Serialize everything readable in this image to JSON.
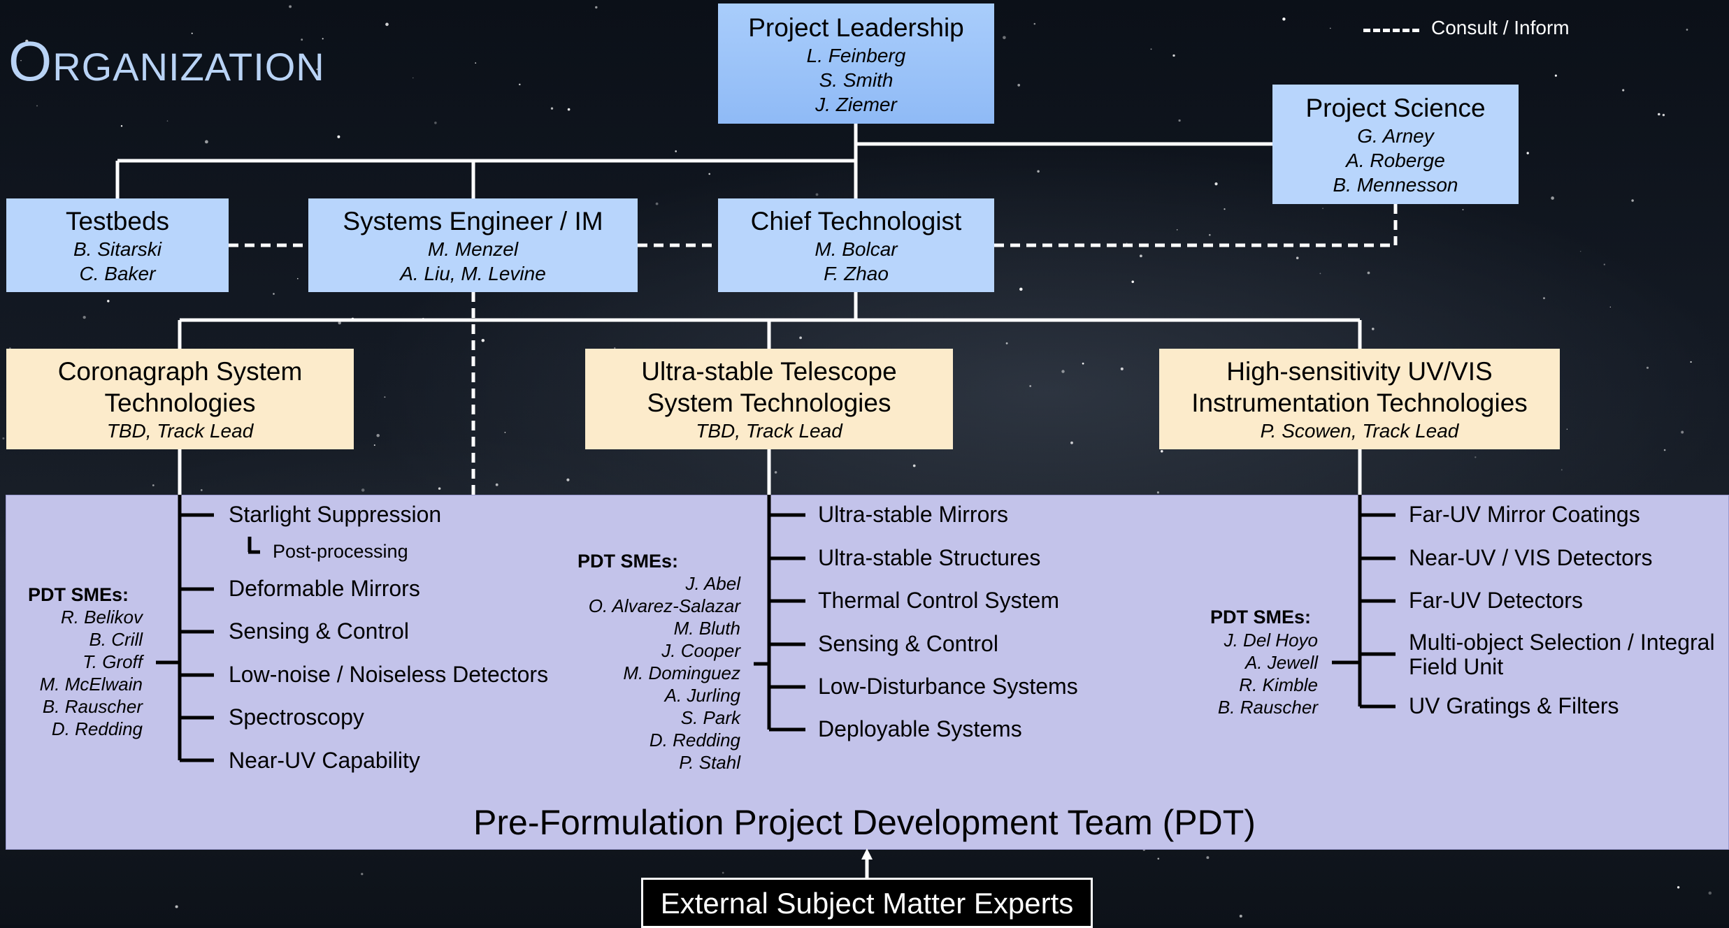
{
  "page_title": "Organization",
  "legend": {
    "consult_label": "Consult / Inform"
  },
  "boxes": {
    "leadership": {
      "title": "Project Leadership",
      "names": [
        "L. Feinberg",
        "S. Smith",
        "J. Ziemer"
      ]
    },
    "science": {
      "title": "Project Science",
      "names": [
        "G. Arney",
        "A. Roberge",
        "B. Mennesson"
      ]
    },
    "testbeds": {
      "title": "Testbeds",
      "names": [
        "B. Sitarski",
        "C. Baker"
      ]
    },
    "systems": {
      "title": "Systems Engineer / IM",
      "names": [
        "M. Menzel",
        "A. Liu, M. Levine"
      ]
    },
    "chief": {
      "title": "Chief Technologist",
      "names": [
        "M. Bolcar",
        "F. Zhao"
      ]
    }
  },
  "tracks": {
    "coronagraph": {
      "title_lines": [
        "Coronagraph System",
        "Technologies"
      ],
      "lead": "TBD, Track Lead"
    },
    "telescope": {
      "title_lines": [
        "Ultra-stable Telescope",
        "System Technologies"
      ],
      "lead": "TBD, Track Lead"
    },
    "uvvis": {
      "title_lines": [
        "High-sensitivity UV/VIS",
        "Instrumentation Technologies"
      ],
      "lead": "P. Scowen, Track Lead"
    }
  },
  "pdt": {
    "title": "Pre-Formulation Project Development Team (PDT)",
    "sme_heading": "PDT SMEs:",
    "coronagraph_items": [
      "Starlight Suppression",
      "Deformable Mirrors",
      "Sensing & Control",
      "Low-noise / Noiseless Detectors",
      "Spectroscopy",
      "Near-UV Capability"
    ],
    "coronagraph_sub": "Post-processing",
    "coronagraph_smes": [
      "R. Belikov",
      "B. Crill",
      "T. Groff",
      "M. McElwain",
      "B. Rauscher",
      "D. Redding"
    ],
    "telescope_items": [
      "Ultra-stable Mirrors",
      "Ultra-stable Structures",
      "Thermal Control System",
      "Sensing & Control",
      "Low-Disturbance Systems",
      "Deployable Systems"
    ],
    "telescope_smes": [
      "J. Abel",
      "O. Alvarez-Salazar",
      "M. Bluth",
      "J. Cooper",
      "M. Dominguez",
      "A. Jurling",
      "S. Park",
      "D. Redding",
      "P. Stahl"
    ],
    "uvvis_items": [
      "Far-UV Mirror Coatings",
      "Near-UV / VIS Detectors",
      "Far-UV Detectors",
      "Multi-object Selection / Integral",
      "Field Unit",
      "UV Gratings & Filters"
    ],
    "uvvis_smes": [
      "J. Del Hoyo",
      "A. Jewell",
      "R. Kimble",
      "B. Rauscher"
    ]
  },
  "external": {
    "label": "External Subject Matter Experts"
  }
}
